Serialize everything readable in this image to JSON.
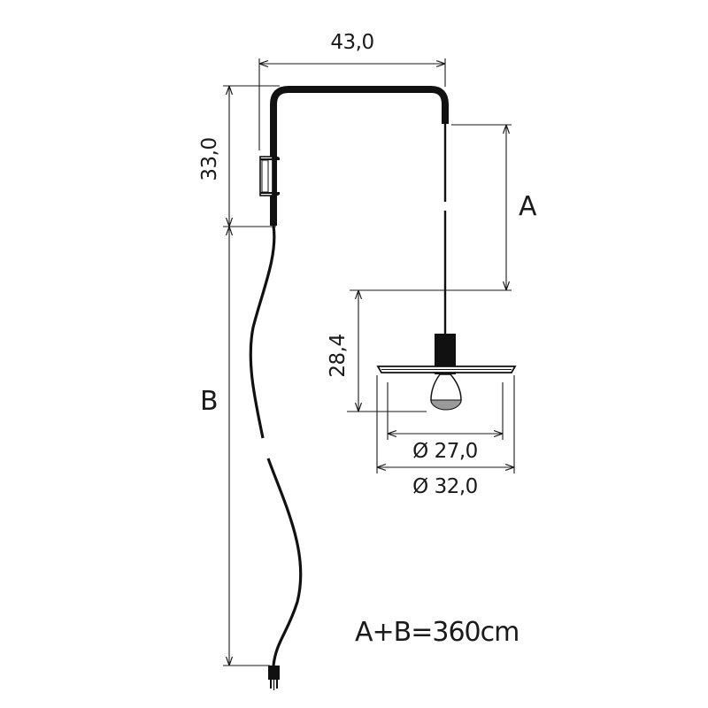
{
  "dimensions": {
    "width_top": "43,0",
    "height_left": "33,0",
    "cable_upper": "A",
    "cable_lower": "B",
    "shade_height": "28,4",
    "inner_diameter": "Ø 27,0",
    "outer_diameter": "Ø 32,0"
  },
  "note": "A+B=360cm"
}
